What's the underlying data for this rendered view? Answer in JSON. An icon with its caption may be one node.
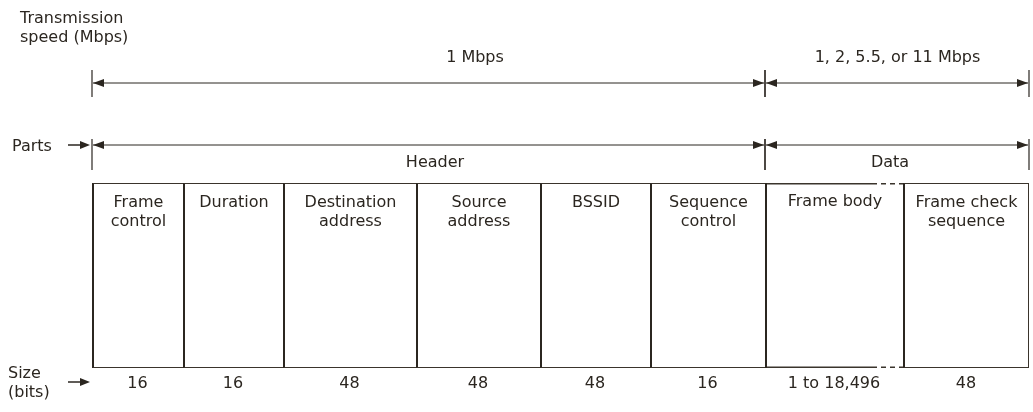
{
  "diagram": {
    "nodes": [
      {
        "text": [
          "Frame control"
        ],
        "beside": [
          "16"
        ]
      },
      {
        "text": [
          "Duration"
        ],
        "beside": [
          "16"
        ]
      },
      {
        "text": [
          "Destination address"
        ],
        "beside": [
          "48"
        ]
      },
      {
        "text": [
          "Source address"
        ],
        "beside": [
          "48"
        ]
      },
      {
        "text": [
          "BSSID"
        ],
        "beside": [
          "48"
        ]
      },
      {
        "text": [
          "Sequence control"
        ],
        "beside": [
          "16"
        ]
      },
      {
        "text": [
          "Frame body"
        ],
        "beside": [
          "1 to 18,496"
        ]
      },
      {
        "text": [
          "Frame check sequence"
        ],
        "beside": [
          "48"
        ]
      }
    ],
    "edges": [],
    "labels": [
      "Transmission speed (Mbps)",
      "1 Mbps",
      "1, 2, 5.5, or 11 Mbps",
      "Parts",
      "Header",
      "Data",
      "Size (bits)"
    ]
  }
}
